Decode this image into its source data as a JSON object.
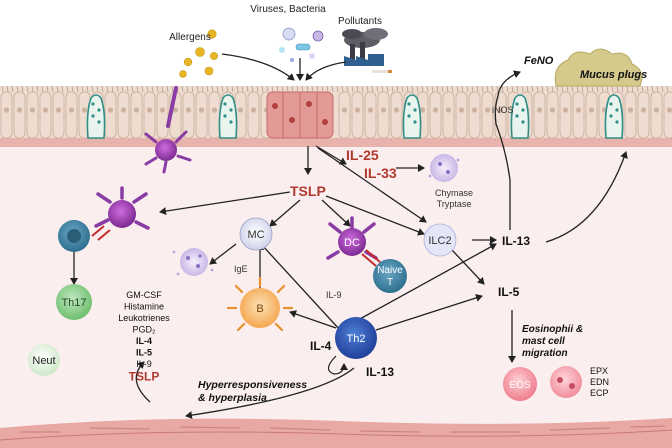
{
  "triggers": {
    "viruses": "Viruses, Bacteria",
    "pollutants": "Pollutants",
    "allergens": "Allergens"
  },
  "airway": {
    "feno": "FeNO",
    "mucus_plugs": "Mucus plugs",
    "inos": "iNOS"
  },
  "cytokines": {
    "il25": "IL-25",
    "il33": "IL-33",
    "tslp": "TSLP",
    "il13": "IL-13",
    "il5": "IL-5",
    "il4": "IL-4",
    "il9": "IL-9",
    "ige": "IgE"
  },
  "cells": {
    "mc": "MC",
    "dc": "DC",
    "naive1": "Naive",
    "naive2": "T",
    "ilc2": "ILC2",
    "b": "B",
    "th2": "Th2",
    "th17": "Th17",
    "neut": "Neut",
    "eos": "EOS"
  },
  "mast_products": {
    "chymase": "Chymase",
    "tryptase": "Tryptase"
  },
  "mediators": [
    "GM-CSF",
    "Histamine",
    "Leukotrienes",
    "PGD₂",
    "IL-4",
    "IL-5",
    "IL-9",
    "TSLP"
  ],
  "eos_products": [
    "EPX",
    "EDN",
    "ECP"
  ],
  "labels": {
    "eos_migration": [
      "Eosinophii &",
      "mast cell",
      "migration"
    ],
    "hyper": [
      "Hyperresponsiveness",
      "& hyperplasia"
    ]
  },
  "colors": {
    "red_cytokine": "#b03a2e",
    "epithelium": "#efe0d4",
    "tissue": "#fbecec",
    "muscle": "#e9a9a4",
    "goblet": "#2f8f86"
  }
}
